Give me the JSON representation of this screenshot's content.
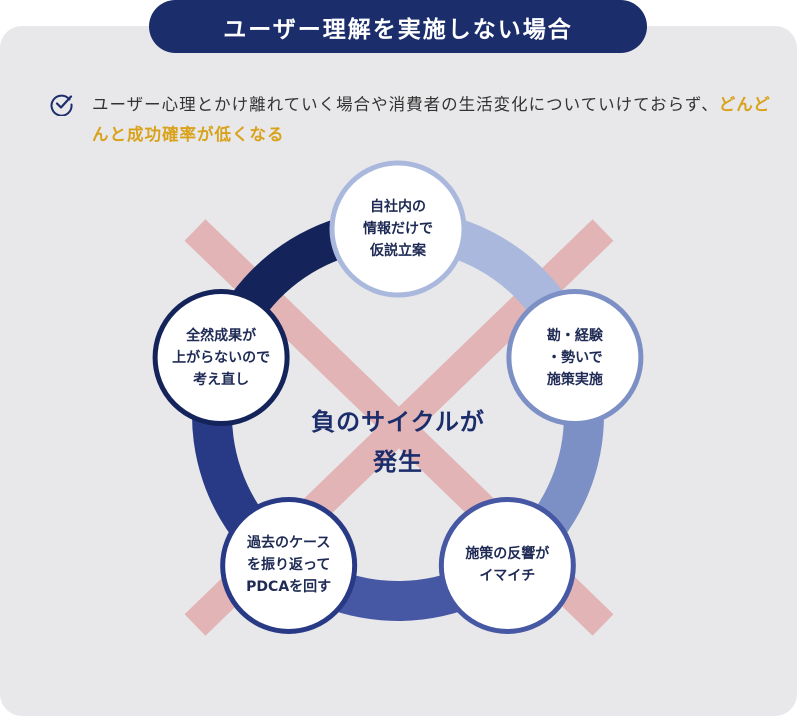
{
  "title": "ユーザー理解を実施しない場合",
  "intro": {
    "text_before": "ユーザー心理とかけ離れていく場合や消費者の生活変化についていけておらず、",
    "highlight": "どんどんと成功確率が低くなる"
  },
  "center_label": {
    "line1": "負のサイクルが",
    "line2": "発生"
  },
  "cycle": [
    {
      "id": "hypothesis",
      "lines": [
        "自社内の",
        "情報だけで",
        "仮説立案"
      ],
      "arrow_color": "#a9b8dc"
    },
    {
      "id": "execute",
      "lines": [
        "勘・経験",
        "・勢いで",
        "施策実施"
      ],
      "arrow_color": "#7d90c6"
    },
    {
      "id": "reaction",
      "lines": [
        "施策の反響が",
        "イマイチ"
      ],
      "arrow_color": "#4657a4"
    },
    {
      "id": "pdca",
      "lines": [
        "過去のケース",
        "を振り返って",
        "PDCAを回す"
      ],
      "arrow_color": "#283a85"
    },
    {
      "id": "rethink",
      "lines": [
        "全然成果が",
        "上がらないので",
        "考え直し"
      ],
      "arrow_color": "#14245a"
    }
  ],
  "colors": {
    "navy": "#1b2d6b",
    "highlight": "#d9a21b",
    "cross": "#e2b4b6",
    "panel": "#e8e8ea"
  },
  "icons": {
    "check": "check-circle-icon",
    "cross": "cross-mark-icon"
  }
}
